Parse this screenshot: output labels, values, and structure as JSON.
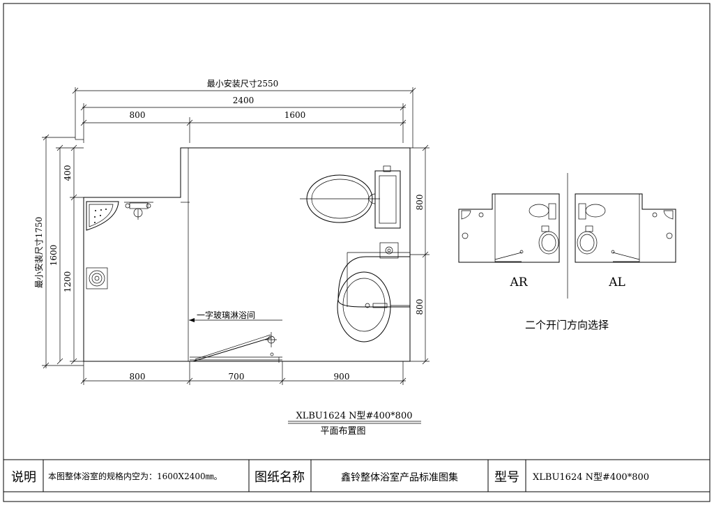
{
  "plan": {
    "dims": {
      "min_install_width": "最小安装尺寸2550",
      "total_width": "2400",
      "top_left": "800",
      "top_right": "1600",
      "min_install_height": "最小安装尺寸1750",
      "left_1600": "1600",
      "left_400": "400",
      "left_1200": "1200",
      "right_upper": "800",
      "right_lower": "800",
      "bottom_left": "800",
      "bottom_mid": "700",
      "bottom_right": "900"
    },
    "shower_label": "一字玻璃淋浴间",
    "model_title": "XLBU1624 N型#400*800",
    "plan_subtitle": "平面布置图"
  },
  "door_options": {
    "ar_label": "AR",
    "al_label": "AL",
    "caption": "二个开门方向选择"
  },
  "title_block": {
    "note_header": "说明",
    "note_text": "本图整体浴室的规格内空为：1600X2400㎜。",
    "drawing_name_header": "图纸名称",
    "drawing_name": "鑫铃整体浴室产品标准图集",
    "model_header": "型号",
    "model_value": "XLBU1624 N型#400*800"
  }
}
